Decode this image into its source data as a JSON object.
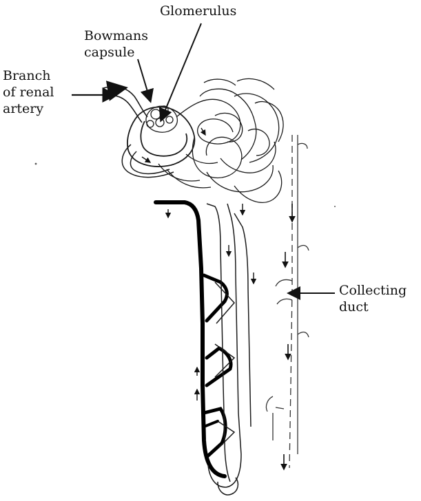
{
  "labels": {
    "glomerulus": "Glomerulus",
    "bowmans_capsule": [
      "Bowmans",
      "capsule"
    ],
    "branch_of_renal_artery": [
      "Branch",
      "of renal",
      "artery"
    ],
    "collecting_duct": [
      "Collecting",
      "duct"
    ]
  },
  "colors": {
    "ink": "#111111",
    "line": "#1a1a1a",
    "vessel": "#000000",
    "faint": "#555555"
  }
}
